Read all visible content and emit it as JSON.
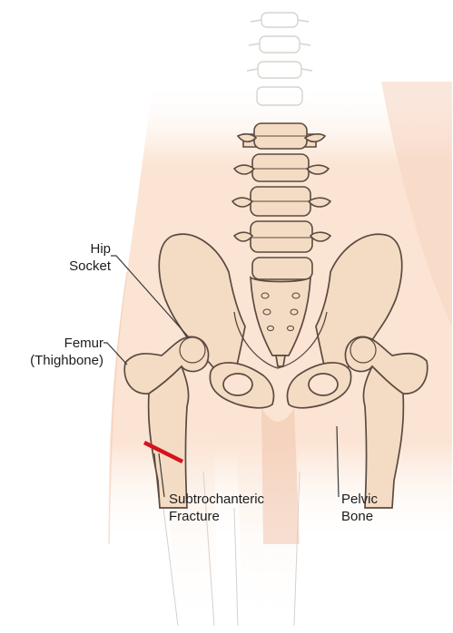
{
  "labels": {
    "hip_socket": {
      "line1": "Hip",
      "line2": "Socket"
    },
    "femur": {
      "line1": "Femur",
      "line2": "(Thighbone)"
    },
    "subtrochanteric": {
      "line1": "Subtrochanteric",
      "line2": "Fracture"
    },
    "pelvic_bone": {
      "line1": "Pelvic",
      "line2": "Bone"
    }
  },
  "colors": {
    "skin": "#fbe4d3",
    "skin_shade": "#f3c9b3",
    "bone": "#f4dcc4",
    "bone_outline": "#5a4a40",
    "fracture": "#d6121f",
    "leader": "#3a3a3a"
  }
}
